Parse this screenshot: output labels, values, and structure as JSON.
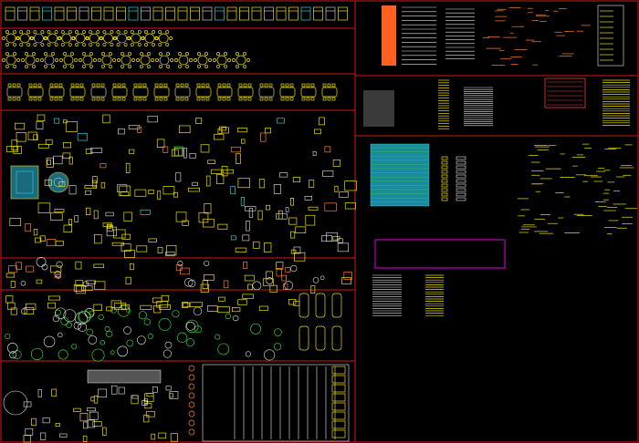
{
  "colors": {
    "background": "#000000",
    "frame": "#d01818",
    "highlight": "#e000e0",
    "primary_linework": "#f0e000",
    "secondary_linework": "#e8e8e8",
    "vegetation": "#30d030",
    "legend": "#ff8030",
    "table_fill": "#1a8aa0"
  },
  "panels": [
    {
      "id": "furniture-row-sofas"
    },
    {
      "id": "round-tables"
    },
    {
      "id": "dining-sets"
    },
    {
      "id": "bedroom-office"
    },
    {
      "id": "fixtures-appliances"
    },
    {
      "id": "plants-vehicles"
    },
    {
      "id": "site-parking"
    },
    {
      "id": "legend-sheet"
    },
    {
      "id": "title-tables"
    },
    {
      "id": "schedule-notes"
    }
  ]
}
